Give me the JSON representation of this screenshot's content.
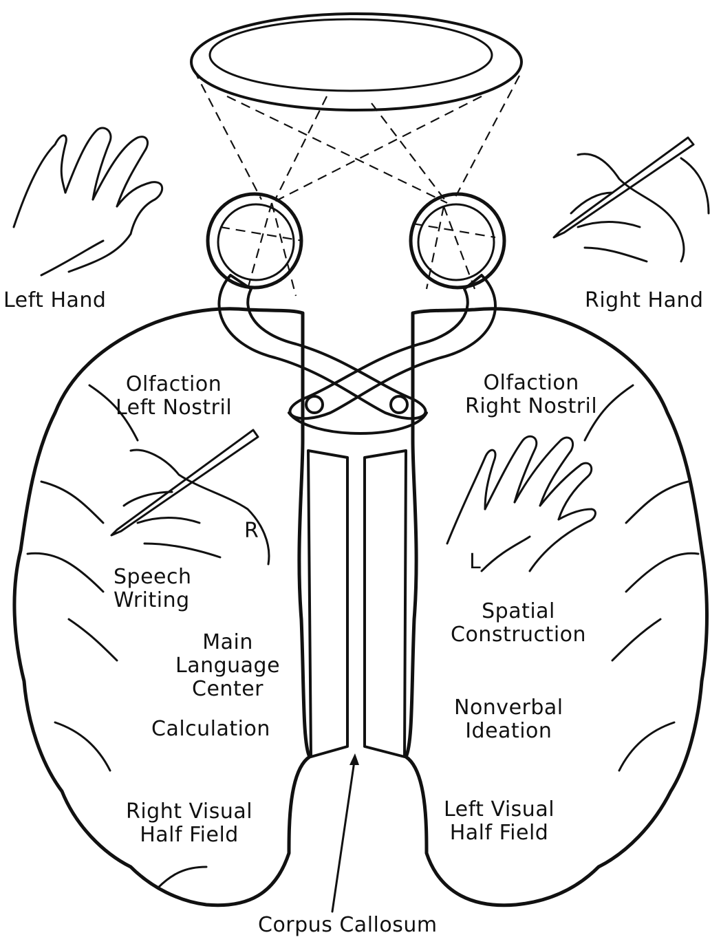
{
  "labels": {
    "left_hand": "Left Hand",
    "right_hand": "Right Hand",
    "olfaction_left": [
      "Olfaction",
      "Left Nostril"
    ],
    "olfaction_right": [
      "Olfaction",
      "Right Nostril"
    ],
    "r_marker": "R",
    "l_marker": "L",
    "speech_writing": [
      "Speech",
      "Writing"
    ],
    "spatial_construction": [
      "Spatial",
      "Construction"
    ],
    "main_language_center": [
      "Main",
      "Language",
      "Center"
    ],
    "calculation": "Calculation",
    "nonverbal_ideation": [
      "Nonverbal",
      "Ideation"
    ],
    "right_visual_half_field": [
      "Right Visual",
      "Half Field"
    ],
    "left_visual_half_field": [
      "Left Visual",
      "Half Field"
    ],
    "corpus_callosum": "Corpus Callosum"
  }
}
